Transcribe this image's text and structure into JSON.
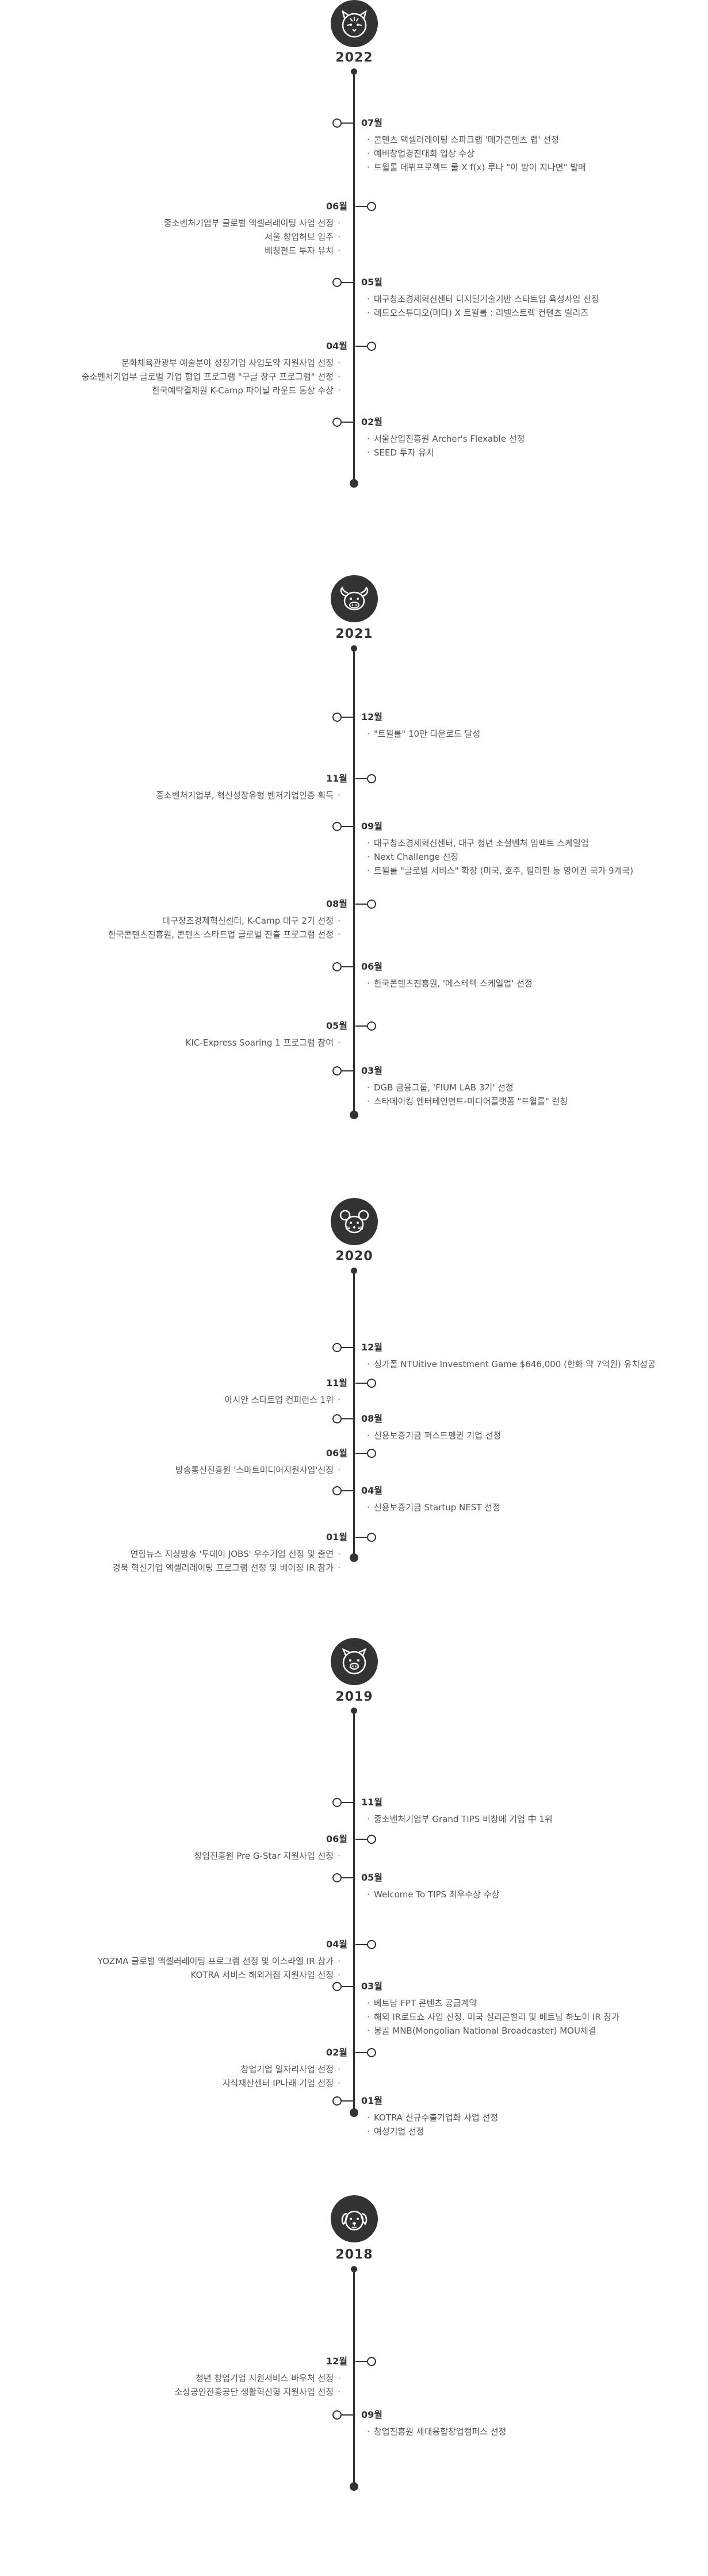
{
  "timeline": [
    {
      "year": "2022",
      "icon": "tiger-icon",
      "entries": [
        {
          "side": "right",
          "month": "07월",
          "items": [
            "콘텐츠 액셀러레이팅 스파크랩 '메가콘텐츠 랩' 선정",
            "예비창업경진대회 입상 수상",
            "트윌롤 데뷔프로젝트 쿨 X f(x) 루나 \"이 밤이 지나면\" 발매"
          ]
        },
        {
          "side": "left",
          "month": "06월",
          "items": [
            "중소벤처기업부 글로벌 액셀러레이팅 사업 선정",
            "서울 창업허브 입주",
            "베칭펀드 투자 유치"
          ]
        },
        {
          "side": "right",
          "month": "05월",
          "items": [
            "대구창조경제혁신센터 디지털기술기반 스타트업 육성사업 선정",
            "레드오스튜디오(메타) X 트윌롤 : 리벨스트렉 컨텐츠 릴리즈"
          ]
        },
        {
          "side": "left",
          "month": "04월",
          "items": [
            "문화체육관광부 예술분야 성장기업 사업도약 지원사업 선정",
            "중소벤처기업부 글로벌 기업 협업 프로그램 \"구글 창구 프로그램\" 선정",
            "한국예탁결제원 K-Camp 파이널 라운드 동상 수상"
          ]
        },
        {
          "side": "right",
          "month": "02월",
          "items": [
            "서울산업진흥원 Archer's Flexable 선정",
            "SEED 투자 유치"
          ]
        }
      ]
    },
    {
      "year": "2021",
      "icon": "ox-icon",
      "entries": [
        {
          "side": "right",
          "month": "12월",
          "items": [
            "\"트윌롤\" 10만 다운로드 달성"
          ]
        },
        {
          "side": "left",
          "month": "11월",
          "items": [
            "중소벤처기업부, 혁신성장유형 벤처기업인증 획득"
          ]
        },
        {
          "side": "right",
          "month": "09월",
          "items": [
            "대구창조경제혁신센터, 대구 청년 소셜벤처 임팩트 스케일업",
            "Next Challenge 선정",
            "트윌롤 \"글로벌 서비스\" 확장 (미국, 호주, 필리핀 등 영어권 국가 9개국)"
          ]
        },
        {
          "side": "left",
          "month": "08월",
          "items": [
            "대구창조경제혁신센터, K-Camp 대구 2기 선정",
            "한국콘텐츠진흥원, 콘텐츠 스타트업 글로벌 진출 프로그램 선정"
          ]
        },
        {
          "side": "right",
          "month": "06월",
          "items": [
            "한국콘텐츠진흥원, '에스테텍 스케일업' 선정"
          ]
        },
        {
          "side": "left",
          "month": "05월",
          "items": [
            "KIC-Express Soaring 1 프로그램 참여"
          ]
        },
        {
          "side": "right",
          "month": "03월",
          "items": [
            "DGB 금융그룹, 'FIUM LAB 3기' 선정",
            "스타메이킹 엔터테인먼트-미디어플랫폼 \"트윌롤\" 런칭"
          ]
        }
      ]
    },
    {
      "year": "2020",
      "icon": "rat-icon",
      "entries": [
        {
          "side": "right",
          "month": "12월",
          "items": [
            "싱가폴 NTUitive Investment Game $646,000 (한화 약 7억원) 유치성공"
          ]
        },
        {
          "side": "left",
          "month": "11월",
          "items": [
            "아시안 스타트업 컨퍼런스 1위"
          ]
        },
        {
          "side": "right",
          "month": "08월",
          "items": [
            "신용보증기금 퍼스트펭귄 기업 선정"
          ]
        },
        {
          "side": "left",
          "month": "06월",
          "items": [
            "방송통신진흥원 '스마트미디어지원사업'선정"
          ]
        },
        {
          "side": "right",
          "month": "04월",
          "items": [
            "신용보증기금 Startup NEST 선정"
          ]
        },
        {
          "side": "left",
          "month": "01월",
          "items": [
            "연합뉴스 지상방송 '투데이 JOBS' 우수기업 선정 및 출연",
            "경북 혁신기업 액셀러레이팅 프로그램 선정 및 베이징 IR 참가"
          ]
        }
      ]
    },
    {
      "year": "2019",
      "icon": "pig-icon",
      "entries": [
        {
          "side": "right",
          "month": "11월",
          "items": [
            "중소벤처기업부 Grand TIPS 비창에 기업 中 1위"
          ]
        },
        {
          "side": "left",
          "month": "06월",
          "items": [
            "창업진흥원 Pre G-Star 지원사업 선정"
          ]
        },
        {
          "side": "right",
          "month": "05월",
          "items": [
            "Welcome To TIPS 최우수상 수상"
          ]
        },
        {
          "side": "left",
          "month": "04월",
          "items": [
            "YOZMA 글로벌 액셀러레이팅 프로그램 선정 및 이스라엘 IR 참가",
            "KOTRA 서비스 해외거점 지원사업 선정"
          ]
        },
        {
          "side": "right",
          "month": "03월",
          "items": [
            "베트남 FPT 콘텐츠 공급계약",
            "해외 IR로드쇼 사업 선정. 미국 실리콘밸리 및 베트남 하노이 IR 참가",
            "몽골 MNB(Mongolian National Broadcaster) MOU체결"
          ]
        },
        {
          "side": "left",
          "month": "02월",
          "items": [
            "창업기업 일자리사업 선정",
            "지식재산센터 IP나래 기업 선정"
          ]
        },
        {
          "side": "right",
          "month": "01월",
          "items": [
            "KOTRA 신규수출기업화 사업 선정",
            "여성기업 선정"
          ]
        }
      ]
    },
    {
      "year": "2018",
      "icon": "dog-icon",
      "entries": [
        {
          "side": "left",
          "month": "12월",
          "items": [
            "청년 창업기업 지원서비스 바우처 선정",
            "소상공인진흥공단 생활혁신형 지원사업 선정"
          ]
        },
        {
          "side": "right",
          "month": "09월",
          "items": [
            "창업진흥원 세대융합창업캠퍼스 선정"
          ]
        }
      ]
    }
  ]
}
